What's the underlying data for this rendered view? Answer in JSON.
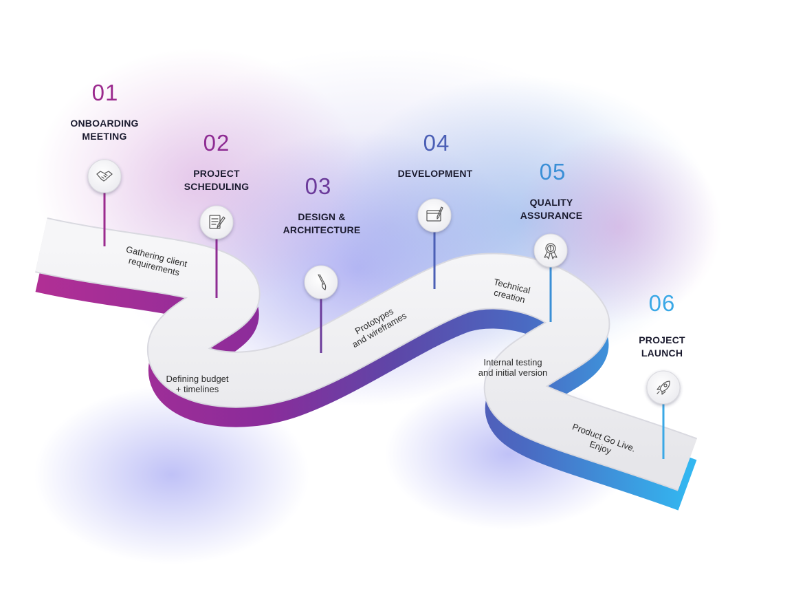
{
  "steps": [
    {
      "number": "01",
      "title_line1": "ONBOARDING",
      "title_line2": "MEETING",
      "road_label": "Gathering client\nrequirements",
      "icon": "handshake-icon",
      "color": "#9b2a8e"
    },
    {
      "number": "02",
      "title_line1": "PROJECT",
      "title_line2": "SCHEDULING",
      "road_label": "Defining budget\n+ timelines",
      "icon": "document-pen-icon",
      "color": "#8e2c93"
    },
    {
      "number": "03",
      "title_line1": "DESIGN &",
      "title_line2": "ARCHITECTURE",
      "road_label": "Prototypes\nand wireframes",
      "icon": "paintbrush-icon",
      "color": "#6b3a9a"
    },
    {
      "number": "04",
      "title_line1": "DEVELOPMENT",
      "title_line2": "",
      "road_label": "Technical\ncreation",
      "icon": "browser-pen-icon",
      "color": "#4b5fb5"
    },
    {
      "number": "05",
      "title_line1": "QUALITY",
      "title_line2": "ASSURANCE",
      "road_label": "Internal testing\nand initial version",
      "icon": "award-badge-icon",
      "color": "#3a8fd6"
    },
    {
      "number": "06",
      "title_line1": "PROJECT",
      "title_line2": "LAUNCH",
      "road_label": "Product Go Live.\nEnjoy",
      "icon": "rocket-icon",
      "color": "#3aa8e6"
    }
  ]
}
